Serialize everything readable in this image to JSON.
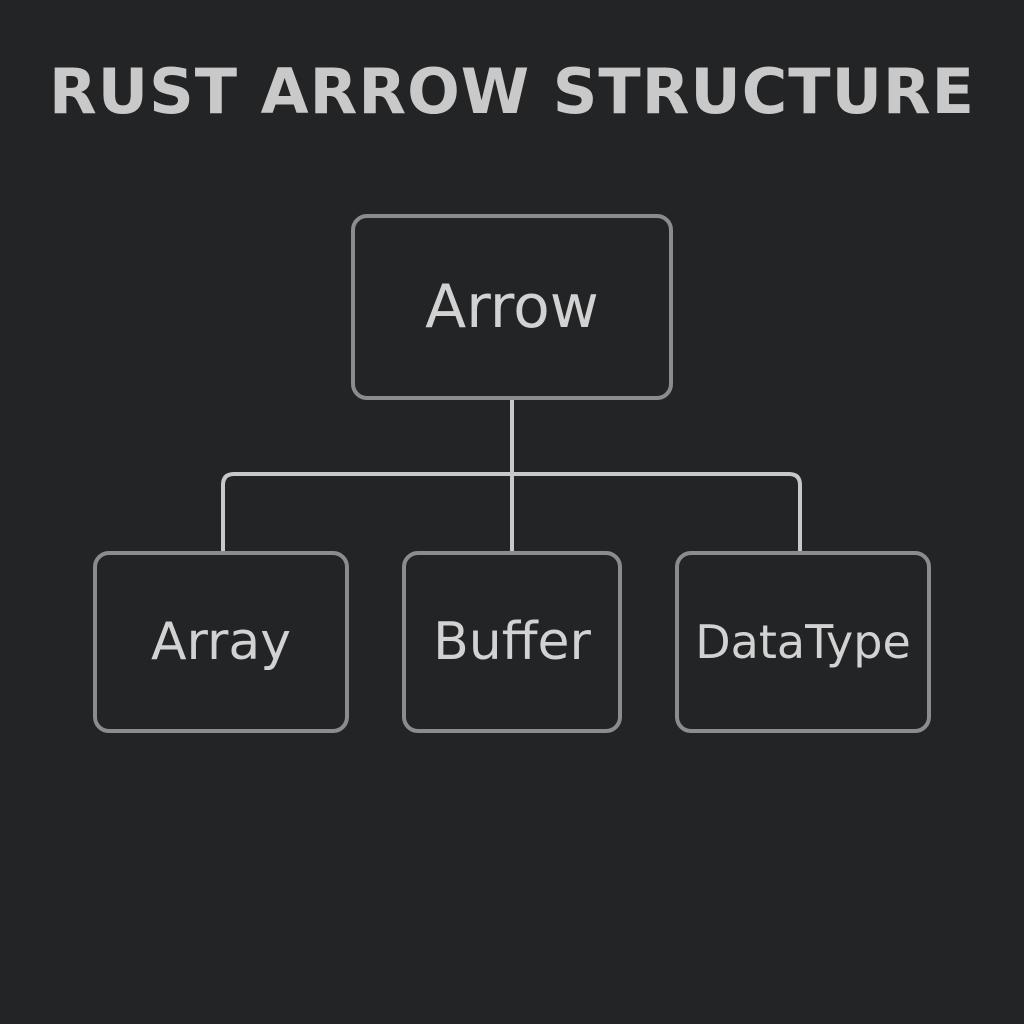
{
  "title": "RUST ARROW STRUCTURE",
  "diagram": {
    "root": {
      "label": "Arrow"
    },
    "children": [
      {
        "label": "Array"
      },
      {
        "label": "Buffer"
      },
      {
        "label": "DataType"
      }
    ]
  },
  "colors": {
    "background": "#232426",
    "box_border": "#8c8c8c",
    "connector": "#c8c8c8",
    "text": "#d2d2d2"
  }
}
